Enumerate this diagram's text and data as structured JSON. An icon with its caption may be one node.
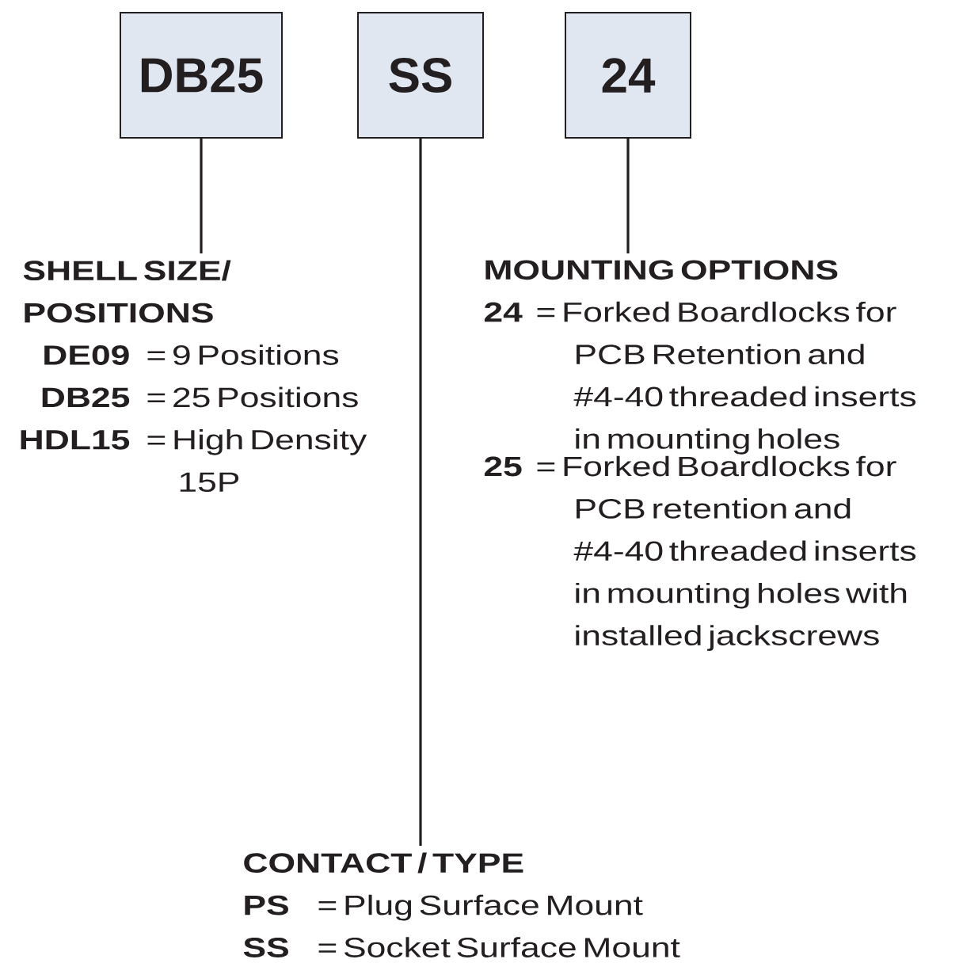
{
  "diagram": {
    "nodes": [
      {
        "text": [
          "DB25"
        ]
      },
      {
        "text": [
          "SS"
        ]
      },
      {
        "text": [
          "24"
        ]
      },
      {
        "text": [
          "SHELL SIZE/ POSITIONS",
          "DE09",
          "= 9 Positions",
          "DB25",
          "= 25 Positions",
          "HDL15",
          "= High Density 15P"
        ]
      },
      {
        "text": [
          "MOUNTING OPTIONS",
          "24",
          "= Forked Boardlocks for PCB Retention and #4-40 threaded inserts in mounting holes",
          "25",
          "= Forked Boardlocks for PCB retention and #4-40 threaded inserts in mounting holes with installed jackscrews"
        ]
      },
      {
        "text": [
          "CONTACT / TYPE",
          "PS",
          "= Plug Surface Mount",
          "SS",
          "= Socket Surface Mount"
        ]
      }
    ],
    "edges": [
      {
        "from": 0,
        "to": 3,
        "arrow": "none"
      },
      {
        "from": 1,
        "to": 5,
        "arrow": "none"
      },
      {
        "from": 2,
        "to": 4,
        "arrow": "none"
      }
    ]
  }
}
